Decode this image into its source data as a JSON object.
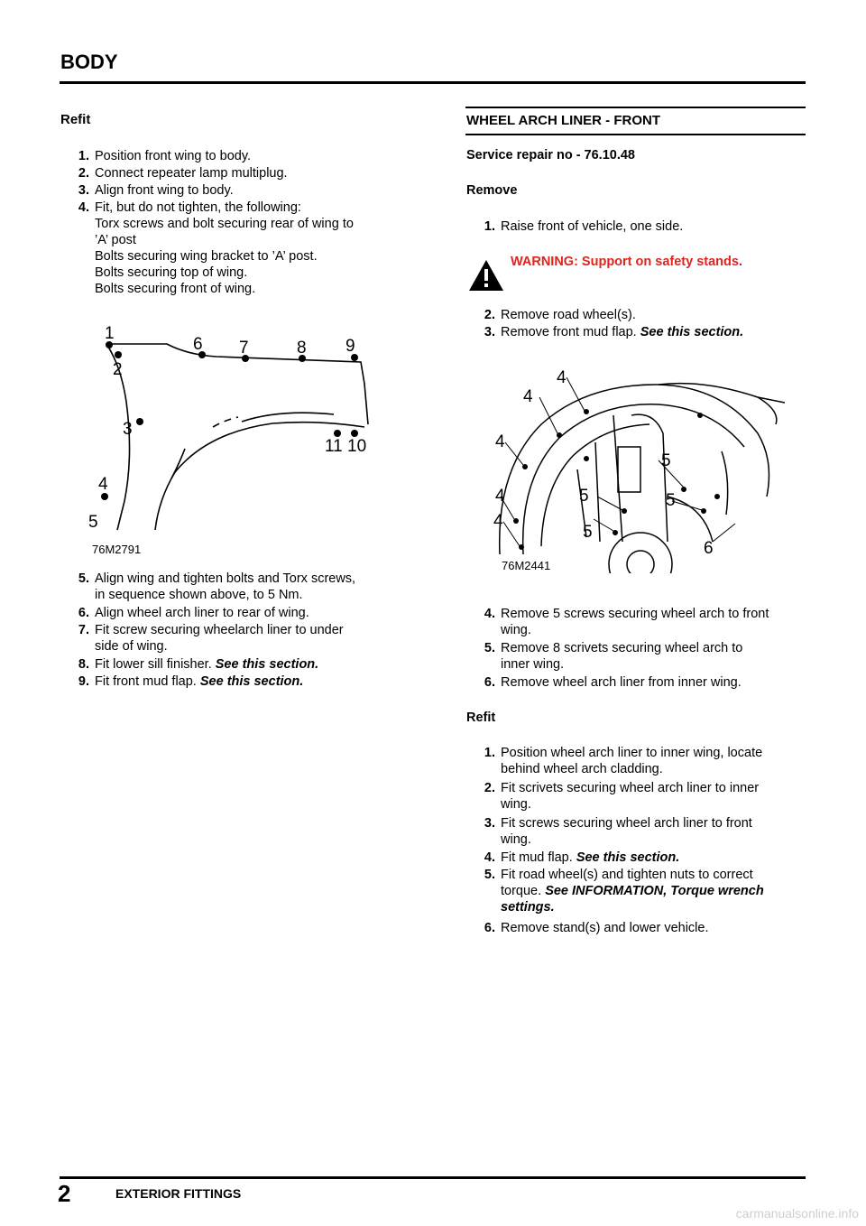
{
  "header": {
    "title": "BODY"
  },
  "left": {
    "refit_heading": "Refit",
    "steps_before": [
      {
        "num": "1.",
        "text": "Position front wing to body."
      },
      {
        "num": "2.",
        "text": "Connect repeater lamp multiplug."
      },
      {
        "num": "3.",
        "text": "Align front wing to body."
      },
      {
        "num": "4.",
        "text": "Fit, but do not tighten, the following:\nTorx screws and bolt securing rear of wing to\n’A’ post\nBolts securing wing bracket to ’A’ post.\nBolts securing top of wing.\nBolts securing front of wing."
      }
    ],
    "figure": {
      "caption": "76M2791",
      "labels": [
        "1",
        "2",
        "3",
        "4",
        "5",
        "6",
        "7",
        "8",
        "9",
        "11",
        "10"
      ]
    },
    "steps_after": [
      {
        "num": "5.",
        "text": "Align wing and tighten bolts and Torx screws,\nin sequence shown above, to 5 Nm."
      },
      {
        "num": "6.",
        "text": "Align wheel arch liner to rear of wing."
      },
      {
        "num": "7.",
        "text": "Fit screw securing wheelarch liner to under\nside of wing."
      },
      {
        "num": "8.",
        "text": "Fit lower sill finisher.",
        "ref": "See this section."
      },
      {
        "num": "9.",
        "text": "Fit front mud flap.",
        "ref": "See this section."
      }
    ]
  },
  "right": {
    "section_title": "WHEEL ARCH LINER - FRONT",
    "service_repair": "Service repair no - 76.10.48",
    "remove_heading": "Remove",
    "remove_step1": {
      "num": "1.",
      "text": "Raise front of vehicle, one side."
    },
    "warning": "WARNING: Support on safety stands.",
    "remove_steps_mid": [
      {
        "num": "2.",
        "text": "Remove road wheel(s)."
      },
      {
        "num": "3.",
        "text": "Remove front mud flap.",
        "ref": "See this section."
      }
    ],
    "figure": {
      "caption": "76M2441",
      "labels": [
        "4",
        "4",
        "4",
        "4",
        "4",
        "5",
        "5",
        "5",
        "5",
        "6"
      ]
    },
    "remove_steps_after": [
      {
        "num": "4.",
        "text": "Remove 5 screws securing wheel arch to front\nwing."
      },
      {
        "num": "5.",
        "text": "Remove 8 scrivets securing wheel arch to\ninner wing."
      },
      {
        "num": "6.",
        "text": "Remove wheel arch liner from inner wing."
      }
    ],
    "refit_heading": "Refit",
    "refit_steps": [
      {
        "num": "1.",
        "text": "Position wheel arch liner to inner wing, locate\nbehind wheel arch cladding."
      },
      {
        "num": "2.",
        "text": "Fit scrivets securing wheel arch liner to inner\nwing."
      },
      {
        "num": "3.",
        "text": "Fit screws securing wheel arch liner to front\nwing."
      },
      {
        "num": "4.",
        "text": "Fit mud flap.",
        "ref": "See this section."
      },
      {
        "num": "5.",
        "text": "Fit road wheel(s) and tighten nuts to correct\ntorque.",
        "ref": "See INFORMATION, Torque wrench\nsettings."
      },
      {
        "num": "6.",
        "text": "Remove stand(s) and lower vehicle."
      }
    ]
  },
  "footer": {
    "page_number": "2",
    "section": "EXTERIOR FITTINGS"
  },
  "watermark": "carmanualsonline.info"
}
